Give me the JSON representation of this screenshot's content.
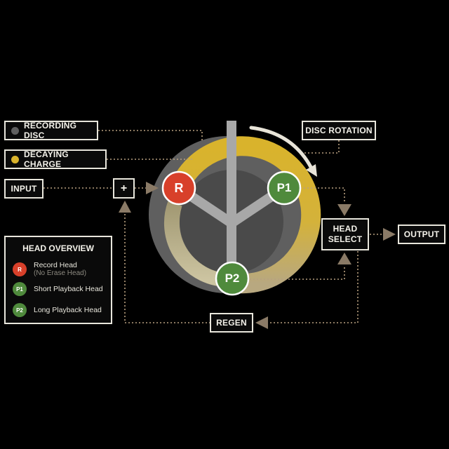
{
  "labels": {
    "recording_disc": "RECORDING DISC",
    "decaying_charge": "DECAYING CHARGE",
    "input": "INPUT",
    "disc_rotation": "DISC ROTATION",
    "head_select_line1": "HEAD",
    "head_select_line2": "SELECT",
    "output": "OUTPUT",
    "regen": "REGEN",
    "mixer": "+"
  },
  "heads": {
    "record": "R",
    "short": "P1",
    "long": "P2"
  },
  "legend": {
    "title": "HEAD OVERVIEW",
    "items": [
      {
        "badge": "R",
        "label": "Record Head",
        "sublabel": "(No Erase Head)"
      },
      {
        "badge": "P1",
        "label": "Short Playback Head",
        "sublabel": ""
      },
      {
        "badge": "P2",
        "label": "Long Playback Head",
        "sublabel": ""
      }
    ]
  },
  "colors": {
    "disc_outer": "#5f5f5f",
    "disc_inner": "#4b4b4b",
    "charge": "#d9b32c",
    "record_head": "#d8402a",
    "playback_head": "#4f8a3c",
    "arrow": "#8a7a66",
    "line": "#e8e6dc"
  }
}
